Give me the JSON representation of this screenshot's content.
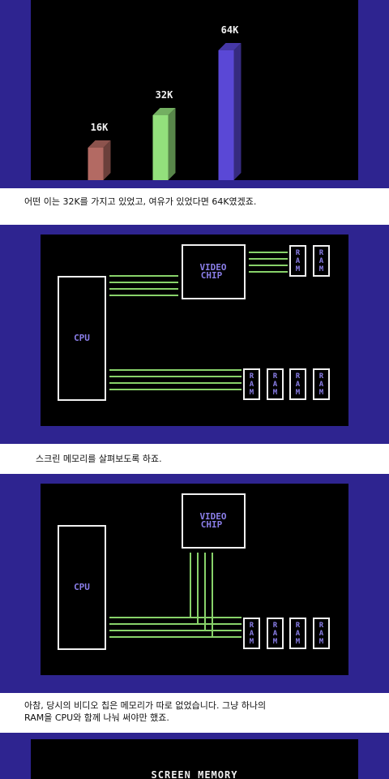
{
  "colors": {
    "border_blue": "#2e2490",
    "screen_black": "#000000",
    "c64_purple": "#8a7ee8",
    "c64_green": "#88d26a",
    "c64_white": "#f0f0f0",
    "bar16_red": "#b36a63",
    "bar32_green": "#93e07c",
    "bar64_blue": "#5a48d6"
  },
  "panel1": {
    "chart_data": {
      "type": "bar",
      "categories": [
        "16K",
        "32K",
        "64K"
      ],
      "values": [
        16,
        32,
        64
      ],
      "title": "",
      "xlabel": "",
      "ylabel": "",
      "ylim": [
        0,
        64
      ],
      "data_labels": [
        "16K",
        "32K",
        "64K"
      ],
      "bar_colors": [
        "#b36a63",
        "#93e07c",
        "#5a48d6"
      ],
      "grid": false
    }
  },
  "caption1": "어떤 이는 32K를 가지고 있었고, 여유가 있었다면 64K였겠죠.",
  "panel2": {
    "video_chip_line1": "VIDEO",
    "video_chip_line2": "CHIP",
    "cpu_label": "CPU",
    "ram_label": "RAM"
  },
  "caption2": "스크린 메모리를 살펴보도록 하죠.",
  "panel3": {
    "video_chip_line1": "VIDEO",
    "video_chip_line2": "CHIP",
    "cpu_label": "CPU",
    "ram_label": "RAM"
  },
  "caption3_line1": "아참, 당시의 비디오 칩은 메모리가 따로 없었습니다. 그냥 하나의",
  "caption3_line2": "RAM을 CPU와 함께 나눠 써야만 했죠.",
  "panel4": {
    "title": "SCREEN MEMORY"
  }
}
